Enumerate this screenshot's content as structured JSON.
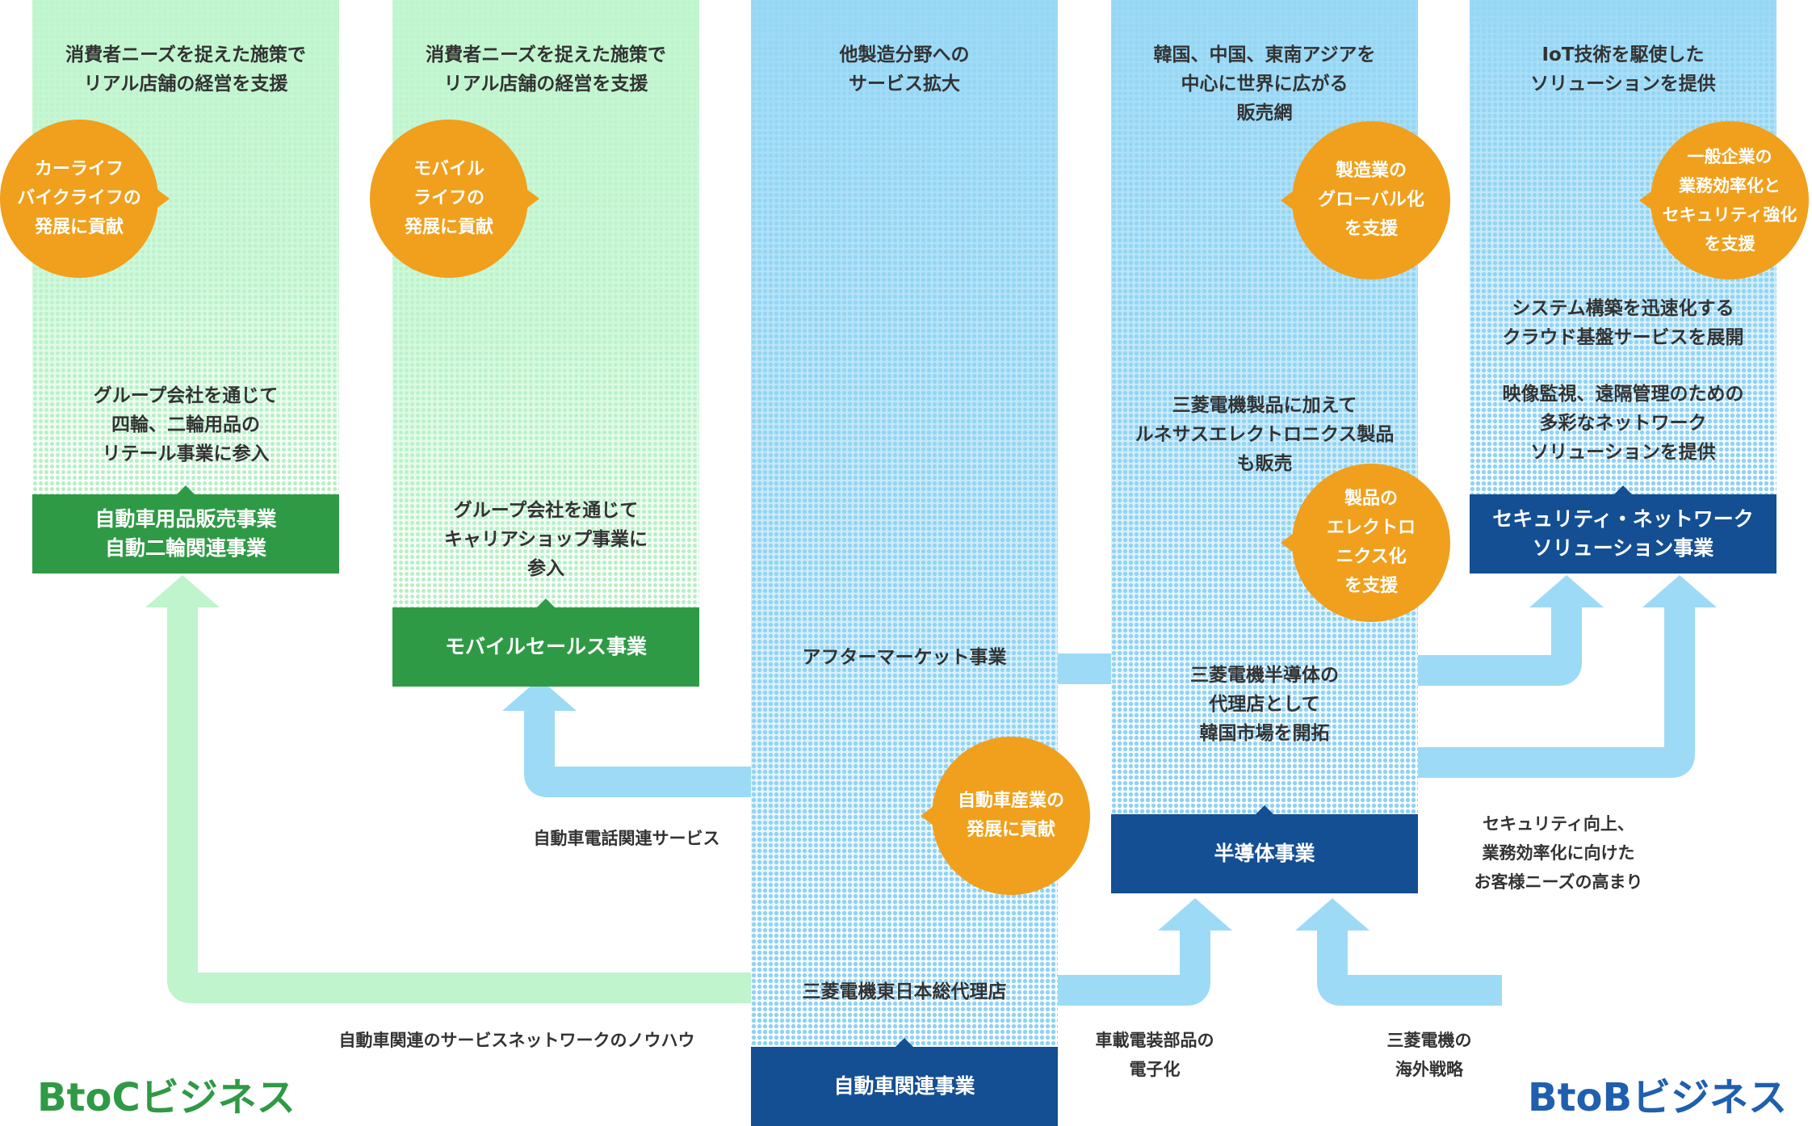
{
  "colors": {
    "green_dark": "#2f9a45",
    "blue_dark": "#144f93",
    "orange": "#f0a01c",
    "arrow_green": "#bff4cc",
    "arrow_blue": "#9ddaf6",
    "btoc_title": "#2f9a45",
    "btob_title": "#1f5fae"
  },
  "columns": {
    "col1": {
      "top_text": "消費者ニーズを捉えた施策で\nリアル店舗の経営を支援",
      "badge": "カーライフ\nバイクライフの\n発展に貢献",
      "mid_text": "グループ会社を通じて\n四輪、二輪用品の\nリテール事業に参入",
      "business": "自動車用品販売事業\n自動二輪関連事業"
    },
    "col2": {
      "top_text": "消費者ニーズを捉えた施策で\nリアル店舗の経営を支援",
      "badge": "モバイル\nライフの\n発展に貢献",
      "mid_text": "グループ会社を通じて\nキャリアショップ事業に\n参入",
      "business": "モバイルセールス事業"
    },
    "col3": {
      "top_text": "他製造分野への\nサービス拡大",
      "mid_text": "アフターマーケット事業",
      "badge": "自動車産業の\n発展に貢献",
      "bottom_text": "三菱電機東日本総代理店",
      "business": "自動車関連事業"
    },
    "col4": {
      "top_text": "韓国、中国、東南アジアを\n中心に世界に広がる\n販売網",
      "badge_top": "製造業の\nグローバル化\nを支援",
      "mid_text": "三菱電機製品に加えて\nルネサスエレクトロニクス製品\nも販売",
      "badge_mid": "製品の\nエレクトロ\nニクス化\nを支援",
      "lower_text": "三菱電機半導体の\n代理店として\n韓国市場を開拓",
      "business": "半導体事業"
    },
    "col5": {
      "top_text": "IoT技術を駆使した\nソリューションを提供",
      "badge": "一般企業の\n業務効率化と\nセキュリティ強化\nを支援",
      "mid_text_1": "システム構築を迅速化する\nクラウド基盤サービスを展開",
      "mid_text_2": "映像監視、遠隔管理のための\n多彩なネットワーク\nソリューションを提供",
      "business": "セキュリティ・ネットワーク\nソリューション事業"
    }
  },
  "arrow_labels": {
    "phone_service": "自動車電話関連サービス",
    "service_network": "自動車関連のサービスネットワークのノウハウ",
    "electronics": "車載電装部品の\n電子化",
    "overseas": "三菱電機の\n海外戦略",
    "security_needs": "セキュリティ向上、\n業務効率化に向けた\nお客様ニーズの高まり"
  },
  "footer": {
    "btoc": "BtoCビジネス",
    "btob": "BtoBビジネス"
  }
}
